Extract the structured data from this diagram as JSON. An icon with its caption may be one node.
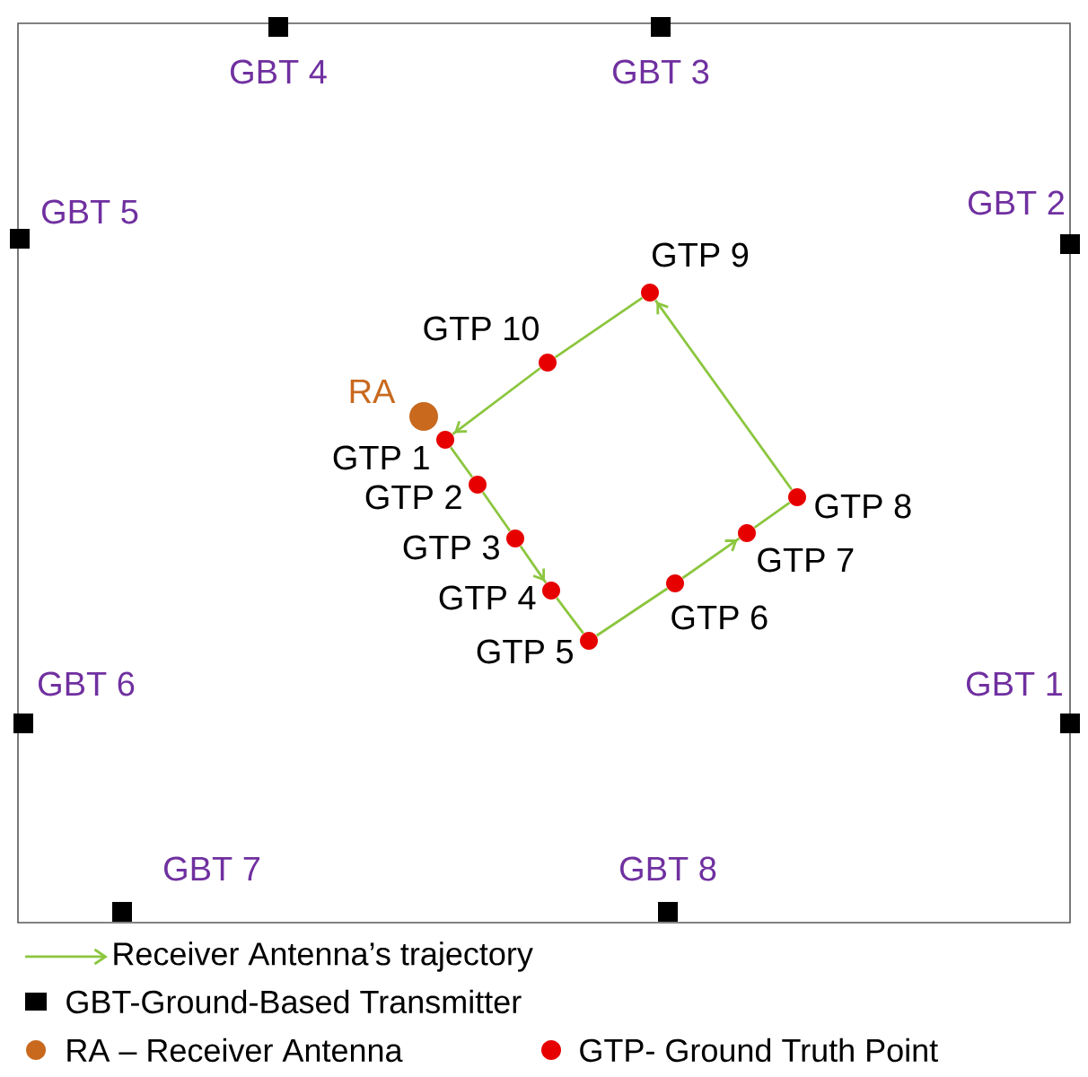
{
  "diagram": {
    "nodes": [
      {
        "text": [],
        "shape": "box",
        "beside": [
          "GBT 4"
        ]
      },
      {
        "text": [],
        "shape": "box",
        "beside": [
          "GBT 3"
        ]
      },
      {
        "text": [],
        "shape": "box",
        "beside": [
          "GBT 5"
        ]
      },
      {
        "text": [],
        "shape": "box",
        "beside": [
          "GBT 2"
        ]
      },
      {
        "text": [],
        "shape": "box",
        "beside": [
          "GBT 6"
        ]
      },
      {
        "text": [],
        "shape": "box",
        "beside": [
          "GBT 1"
        ]
      },
      {
        "text": [],
        "shape": "box",
        "beside": [
          "GBT 7"
        ]
      },
      {
        "text": [],
        "shape": "box",
        "beside": [
          "GBT 8"
        ]
      },
      {
        "text": [],
        "shape": "circle",
        "beside": [
          "RA"
        ]
      },
      {
        "text": [],
        "shape": "circle",
        "beside": [
          "GTP 1"
        ]
      },
      {
        "text": [],
        "shape": "circle",
        "beside": [
          "GTP 2"
        ]
      },
      {
        "text": [],
        "shape": "circle",
        "beside": [
          "GTP 3"
        ]
      },
      {
        "text": [],
        "shape": "circle",
        "beside": [
          "GTP 4"
        ]
      },
      {
        "text": [],
        "shape": "circle",
        "beside": [
          "GTP 5"
        ]
      },
      {
        "text": [],
        "shape": "circle",
        "beside": [
          "GTP 6"
        ]
      },
      {
        "text": [],
        "shape": "circle",
        "beside": [
          "GTP 7"
        ]
      },
      {
        "text": [],
        "shape": "circle",
        "beside": [
          "GTP 8"
        ]
      },
      {
        "text": [],
        "shape": "circle",
        "beside": [
          "GTP 9"
        ]
      },
      {
        "text": [],
        "shape": "circle",
        "beside": [
          "GTP 10"
        ]
      }
    ],
    "edges": [
      {
        "from": 9,
        "to": 10,
        "arrow": "none"
      },
      {
        "from": 10,
        "to": 11,
        "arrow": "none"
      },
      {
        "from": 11,
        "to": 12,
        "arrow": "to"
      },
      {
        "from": 12,
        "to": 13,
        "arrow": "none"
      },
      {
        "from": 13,
        "to": 14,
        "arrow": "none"
      },
      {
        "from": 14,
        "to": 15,
        "arrow": "to"
      },
      {
        "from": 15,
        "to": 16,
        "arrow": "none"
      },
      {
        "from": 16,
        "to": 17,
        "arrow": "to"
      },
      {
        "from": 17,
        "to": 18,
        "arrow": "none"
      },
      {
        "from": 18,
        "to": 9,
        "arrow": "to"
      }
    ],
    "legend": [
      {
        "text": "Receiver Antenna’s trajectory"
      },
      {
        "text": "GBT-Ground-Based Transmitter",
        "color": "#000000"
      },
      {
        "text": "RA – Receiver Antenna",
        "color": "#c8691e"
      },
      {
        "text": "GTP- Ground Truth Point",
        "color": "#e60000"
      }
    ]
  }
}
